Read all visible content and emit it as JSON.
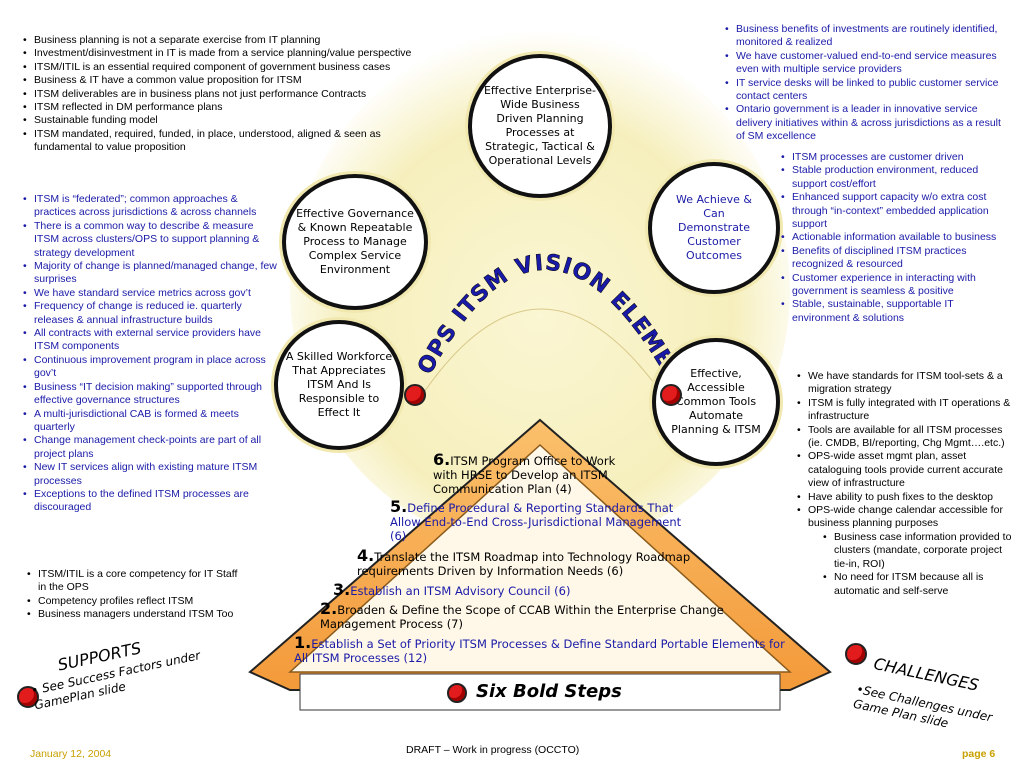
{
  "left_top": [
    "Business planning is not a separate exercise from IT planning",
    "Investment/disinvestment in IT is made from a service planning/value perspective",
    "ITSM/ITIL is an essential required component of government business cases",
    "Business & IT have a common value proposition for ITSM",
    "ITSM deliverables are in business plans not just performance Contracts",
    "ITSM reflected in DM performance plans",
    "Sustainable funding model",
    "ITSM mandated, required, funded, in place, understood, aligned & seen as fundamental to value proposition"
  ],
  "left_middle": [
    "ITSM is “federated”; common approaches & practices across jurisdictions & across channels",
    "There is a common way to describe & measure ITSM across clusters/OPS to support planning & strategy development",
    "Majority of change is planned/managed change, few surprises",
    "We have standard service metrics across gov’t",
    "Frequency of change is reduced ie. quarterly releases & annual infrastructure builds",
    "All contracts with external service providers have ITSM components",
    "Continuous improvement program in place across gov’t",
    "Business “IT decision making” supported through effective governance structures",
    "A multi-jurisdictional CAB is formed & meets quarterly",
    "Change management check-points are part of all project plans",
    "New IT services align with existing mature ITSM processes",
    "Exceptions to the defined ITSM processes are discouraged"
  ],
  "left_bottom": [
    "ITSM/ITIL is a core competency for IT Staff in the OPS",
    "Competency profiles reflect ITSM",
    "Business managers understand ITSM Too"
  ],
  "right_top": [
    "Business benefits of investments are routinely identified, monitored & realized",
    "We have customer-valued end-to-end service measures even with multiple service providers",
    "IT service desks will be linked to public customer service contact centers",
    "Ontario government is a leader in innovative service delivery initiatives within & across jurisdictions as a result of SM excellence"
  ],
  "right_middle": [
    "ITSM processes are customer driven",
    "Stable production environment, reduced support cost/effort",
    "Enhanced support capacity w/o extra cost through “in-context” embedded application support",
    "Actionable information available to business",
    "Benefits of disciplined ITSM practices recognized & resourced",
    "Customer experience in interacting with government is seamless & positive",
    "Stable, sustainable, supportable IT environment & solutions"
  ],
  "right_bottom": [
    "We have standards for ITSM tool-sets & a migration strategy",
    "ITSM is fully integrated with IT operations & infrastructure",
    "Tools are available for all ITSM processes (ie. CMDB, BI/reporting, Chg Mgmt….etc.)",
    "OPS-wide asset mgmt plan, asset cataloguing tools provide current accurate view of infrastructure",
    "Have ability to push fixes to the desktop",
    "OPS-wide change calendar accessible for business planning purposes"
  ],
  "right_bottom_sub": [
    "Business case information provided to clusters (mandate, corporate project tie-in, ROI)",
    "No need for ITSM because all is automatic and self-serve"
  ],
  "circles": {
    "top": "Effective Enterprise-Wide Business Driven Planning Processes at Strategic, Tactical & Operational Levels",
    "governance": "Effective Governance & Known Repeatable Process to Manage Complex Service Environment",
    "customer": "We Achieve & Can Demonstrate Customer Outcomes",
    "workforce": "A Skilled Workforce That Appreciates ITSM And Is Responsible to Effect It",
    "tools": "Effective, Accessible Common Tools Automate Planning & ITSM"
  },
  "arc_title": "OPS ITSM VISION ELEMENTS",
  "steps": [
    {
      "num": "6.",
      "text": "ITSM Program Office to Work with HRSE to Develop an ITSM Communication Plan (4)"
    },
    {
      "num": "5.",
      "text": "Define Procedural & Reporting Standards That Allow End-to-End Cross-Jurisdictional Management (6)"
    },
    {
      "num": "4.",
      "text": "Translate the ITSM Roadmap into Technology Roadmap requirements Driven by Information Needs (6)"
    },
    {
      "num": "3.",
      "text": "Establish an ITSM Advisory Council (6)"
    },
    {
      "num": "2.",
      "text": "Broaden & Define the Scope of CCAB Within the Enterprise Change Management Process (7)"
    },
    {
      "num": "1.",
      "text": "Establish a Set of Priority ITSM Processes & Define Standard Portable Elements for All ITSM Processes (12)"
    }
  ],
  "six_bold_steps": "Six Bold Steps",
  "supports": {
    "title": "SUPPORTS",
    "note": "• See Success Factors under GamePlan slide"
  },
  "challenges": {
    "title": "CHALLENGES",
    "note": "•See Challenges under Game Plan slide"
  },
  "footer": {
    "date": "January 12, 2004",
    "center": "DRAFT – Work in progress (OCCTO)",
    "page": "page 6"
  },
  "colors": {
    "bullet_blue": "#1a1aa8",
    "roof_orange": "#f7ad55",
    "dot_red": "#e21c1c",
    "footer_gold": "#c8a000",
    "halo": "#f4efc0"
  }
}
